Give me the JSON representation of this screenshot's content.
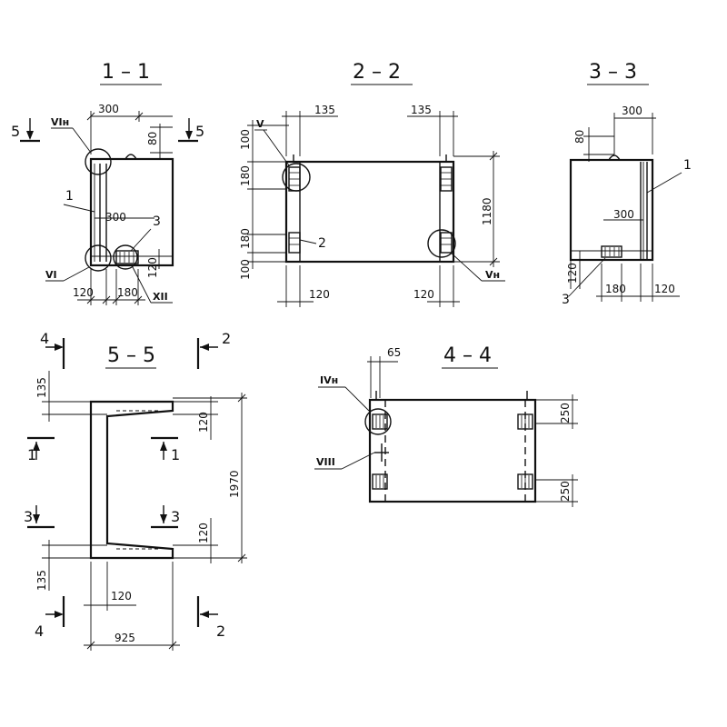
{
  "views": {
    "s11": {
      "title": "1 – 1",
      "cut_mark": "5",
      "ref_top": "VIн",
      "ref_left": "VI",
      "ref_right": "XII",
      "callout_1": "1",
      "callout_3": "3",
      "dims": {
        "top": "300",
        "inner": "300",
        "d80": "80",
        "d120v": "120",
        "b120": "120",
        "b180": "180"
      }
    },
    "s22": {
      "title": "2 – 2",
      "ref_v": "V",
      "ref_vn": "Vн",
      "callout_2": "2",
      "dims": {
        "l100a": "100",
        "l180a": "180",
        "l180b": "180",
        "l100b": "100",
        "t135a": "135",
        "t135b": "135",
        "h1180": "1180",
        "b120a": "120",
        "b120b": "120"
      }
    },
    "s33": {
      "title": "3 – 3",
      "callout_1": "1",
      "callout_3": "3",
      "dims": {
        "top": "300",
        "d80": "80",
        "inner": "300",
        "l120": "120",
        "b180": "180",
        "b120": "120"
      }
    },
    "s55": {
      "title": "5 – 5",
      "cut_4": "4",
      "cut_2": "2",
      "cut_1": "1",
      "cut_3": "3",
      "dims": {
        "t135": "135",
        "b135": "135",
        "r120a": "120",
        "r120b": "120",
        "h1970": "1970",
        "w120": "120",
        "w925": "925"
      }
    },
    "s44": {
      "title": "4 – 4",
      "ref_ivn": "IVн",
      "ref_viii": "VIII",
      "dims": {
        "d65": "65",
        "r250a": "250",
        "r250b": "250"
      }
    }
  }
}
